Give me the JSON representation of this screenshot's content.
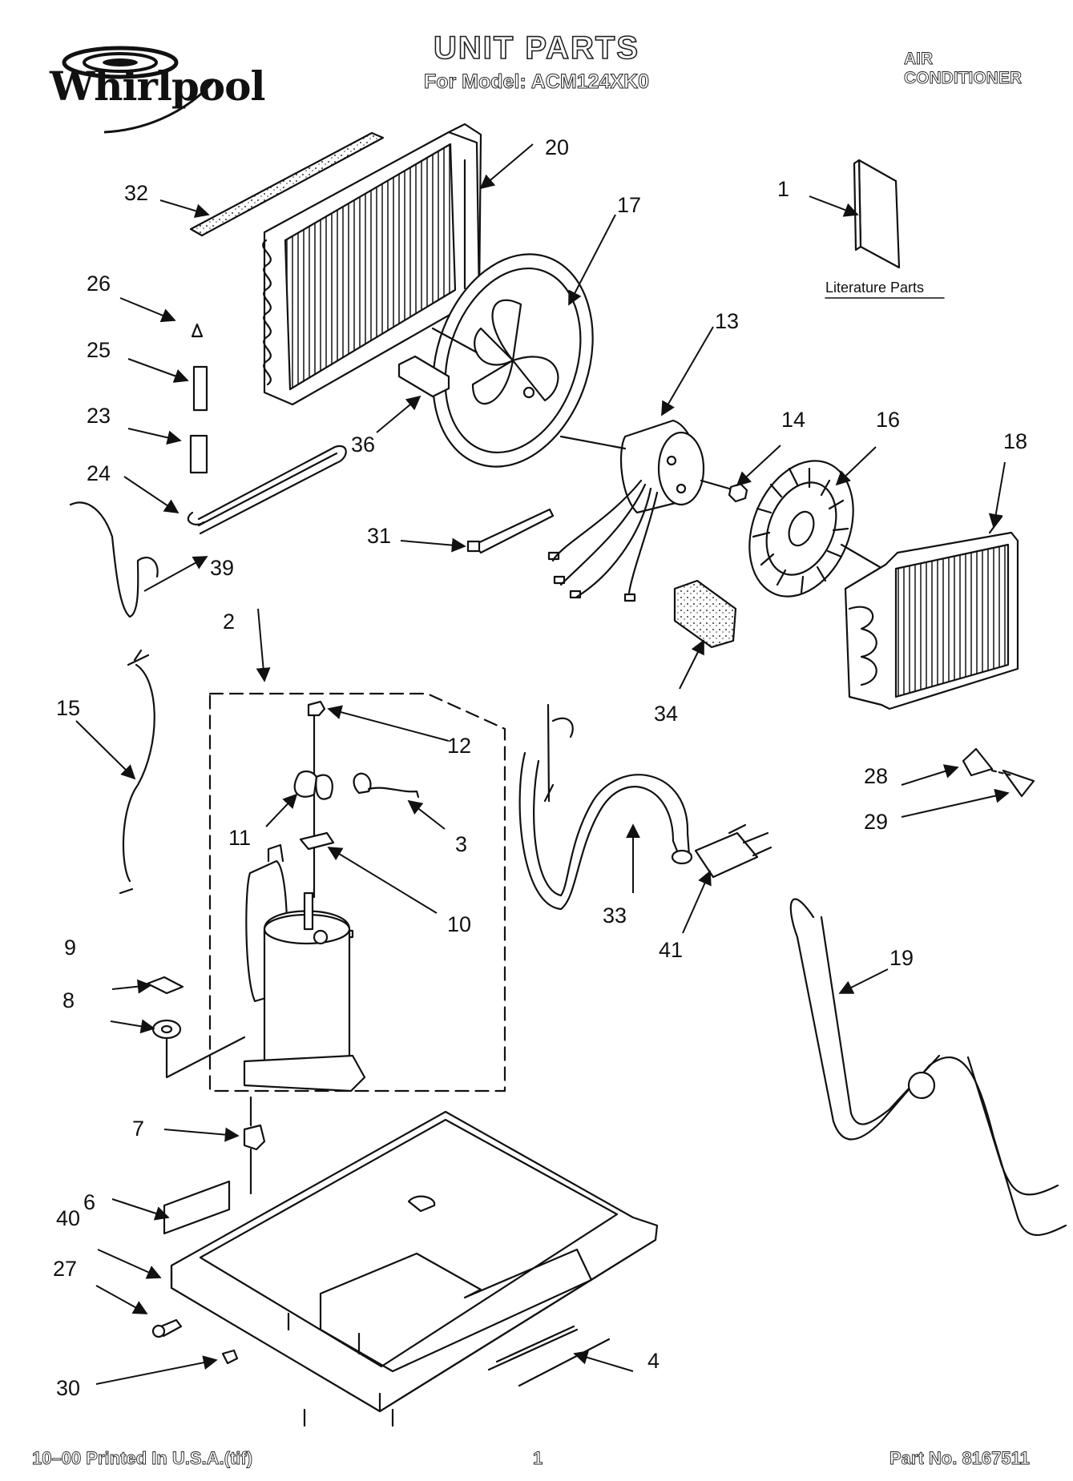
{
  "header": {
    "brand": "Whirlpool",
    "title": "UNIT PARTS",
    "model_line": "For Model: ACM124XK0",
    "category_line1": "AIR",
    "category_line2": "CONDITIONER"
  },
  "literature_label": "Literature Parts",
  "callouts": {
    "c1": "1",
    "c2": "2",
    "c3": "3",
    "c4": "4",
    "c6": "6",
    "c7": "7",
    "c8": "8",
    "c9": "9",
    "c10": "10",
    "c11": "11",
    "c12": "12",
    "c13": "13",
    "c14": "14",
    "c15": "15",
    "c16": "16",
    "c17": "17",
    "c18": "18",
    "c19": "19",
    "c20": "20",
    "c23": "23",
    "c24": "24",
    "c25": "25",
    "c26": "26",
    "c27": "27",
    "c28": "28",
    "c29": "29",
    "c30": "30",
    "c31": "31",
    "c32": "32",
    "c33": "33",
    "c34": "34",
    "c36": "36",
    "c39": "39",
    "c40": "40",
    "c41": "41"
  },
  "footer": {
    "print_info": "10–00 Printed In U.S.A.(tif)",
    "page_number": "1",
    "part_number": "Part No. 8167511"
  }
}
